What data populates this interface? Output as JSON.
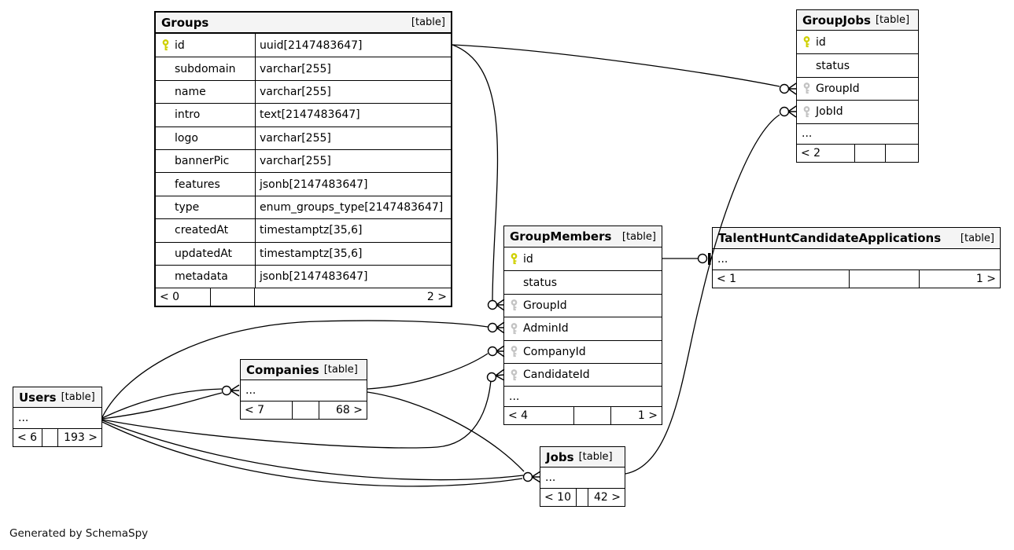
{
  "diagram": {
    "generated_by": "Generated by SchemaSpy"
  },
  "colors": {
    "primary_key": "#cfd000",
    "foreign_key": "#c3c3c3",
    "header_bg": "#f4f4f4",
    "line": "#000000"
  },
  "tables": {
    "groups": {
      "title": "Groups",
      "tag": "[table]",
      "columns": [
        {
          "name": "id",
          "type": "uuid[2147483647]",
          "key": "pk"
        },
        {
          "name": "subdomain",
          "type": "varchar[255]",
          "key": "none"
        },
        {
          "name": "name",
          "type": "varchar[255]",
          "key": "none"
        },
        {
          "name": "intro",
          "type": "text[2147483647]",
          "key": "none"
        },
        {
          "name": "logo",
          "type": "varchar[255]",
          "key": "none"
        },
        {
          "name": "bannerPic",
          "type": "varchar[255]",
          "key": "none"
        },
        {
          "name": "features",
          "type": "jsonb[2147483647]",
          "key": "none"
        },
        {
          "name": "type",
          "type": "enum_groups_type[2147483647]",
          "key": "none"
        },
        {
          "name": "createdAt",
          "type": "timestamptz[35,6]",
          "key": "none"
        },
        {
          "name": "updatedAt",
          "type": "timestamptz[35,6]",
          "key": "none"
        },
        {
          "name": "metadata",
          "type": "jsonb[2147483647]",
          "key": "none"
        }
      ],
      "footer": {
        "left": "< 0",
        "mid": "",
        "right": "2 >"
      }
    },
    "groupjobs": {
      "title": "GroupJobs",
      "tag": "[table]",
      "columns": [
        {
          "name": "id",
          "type": null,
          "key": "pk"
        },
        {
          "name": "status",
          "type": null,
          "key": "none"
        },
        {
          "name": "GroupId",
          "type": null,
          "key": "fk"
        },
        {
          "name": "JobId",
          "type": null,
          "key": "fk"
        },
        {
          "name": "...",
          "type": null,
          "key": "none"
        }
      ],
      "footer": {
        "left": "< 2",
        "mid": "",
        "right": ""
      }
    },
    "groupmembers": {
      "title": "GroupMembers",
      "tag": "[table]",
      "columns": [
        {
          "name": "id",
          "type": null,
          "key": "pk"
        },
        {
          "name": "status",
          "type": null,
          "key": "none"
        },
        {
          "name": "GroupId",
          "type": null,
          "key": "fk"
        },
        {
          "name": "AdminId",
          "type": null,
          "key": "fk"
        },
        {
          "name": "CompanyId",
          "type": null,
          "key": "fk"
        },
        {
          "name": "CandidateId",
          "type": null,
          "key": "fk"
        },
        {
          "name": "...",
          "type": null,
          "key": "none"
        }
      ],
      "footer": {
        "left": "< 4",
        "mid": "",
        "right": "1 >"
      }
    },
    "talenthunt": {
      "title": "TalentHuntCandidateApplications",
      "tag": "[table]",
      "columns": [
        {
          "name": "...",
          "type": null,
          "key": "none"
        }
      ],
      "footer": {
        "left": "< 1",
        "mid": "",
        "right": "1 >"
      }
    },
    "companies": {
      "title": "Companies",
      "tag": "[table]",
      "columns": [
        {
          "name": "...",
          "type": null,
          "key": "none"
        }
      ],
      "footer": {
        "left": "< 7",
        "mid": "",
        "right": "68 >"
      }
    },
    "users": {
      "title": "Users",
      "tag": "[table]",
      "columns": [
        {
          "name": "...",
          "type": null,
          "key": "none"
        }
      ],
      "footer": {
        "left": "< 6",
        "mid": "",
        "right": "193 >"
      }
    },
    "jobs": {
      "title": "Jobs",
      "tag": "[table]",
      "columns": [
        {
          "name": "...",
          "type": null,
          "key": "none"
        }
      ],
      "footer": {
        "left": "< 10",
        "mid": "",
        "right": "42 >"
      }
    }
  },
  "relationships": [
    {
      "from": "Groups.id",
      "to": "GroupJobs.GroupId"
    },
    {
      "from": "Groups.id",
      "to": "GroupMembers.GroupId"
    },
    {
      "from": "Users",
      "to": "GroupMembers.AdminId"
    },
    {
      "from": "Users",
      "to": "GroupMembers.CandidateId"
    },
    {
      "from": "Companies",
      "to": "GroupMembers.CompanyId"
    },
    {
      "from": "Users",
      "to": "Companies"
    },
    {
      "from": "Users",
      "to": "Companies"
    },
    {
      "from": "Users",
      "to": "Jobs"
    },
    {
      "from": "Users",
      "to": "Jobs"
    },
    {
      "from": "Companies",
      "to": "Jobs"
    },
    {
      "from": "Jobs",
      "to": "GroupJobs.JobId"
    },
    {
      "from": "GroupMembers.id",
      "to": "TalentHuntCandidateApplications"
    }
  ]
}
